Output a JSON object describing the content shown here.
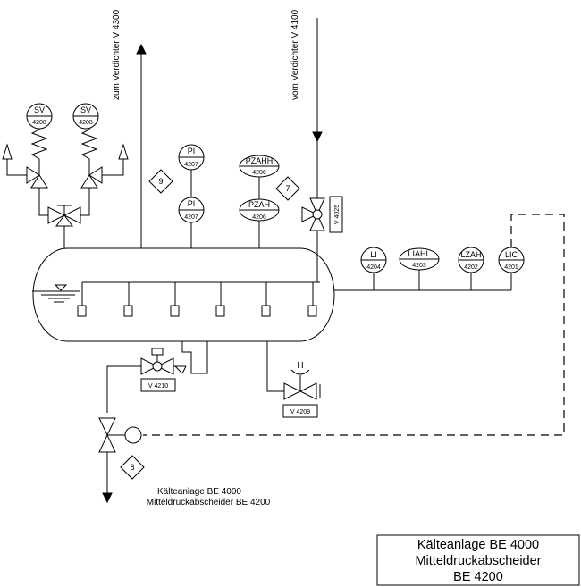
{
  "lines": {
    "to_compressor": "zum Verdichter V 4300",
    "from_compressor": "vom Verdichter V 4100"
  },
  "instruments": {
    "sv_left": {
      "tag": "SV",
      "num": "4208"
    },
    "sv_right": {
      "tag": "SV",
      "num": "4208"
    },
    "pi_upper": {
      "tag": "PI",
      "num": "4207"
    },
    "pi_lower": {
      "tag": "PI",
      "num": "4207"
    },
    "pzahh": {
      "tag": "PZAHH",
      "num": "4206"
    },
    "pzah": {
      "tag": "PZAH",
      "num": "4206"
    },
    "li": {
      "tag": "LI",
      "num": "4204"
    },
    "liahl": {
      "tag": "LIAHL",
      "num": "4203"
    },
    "lzah": {
      "tag": "LZAH",
      "num": "4202"
    },
    "lic": {
      "tag": "LIC",
      "num": "4201"
    }
  },
  "diamonds": {
    "d9": "9",
    "d7": "7",
    "d8": "8"
  },
  "valves": {
    "v4025": "V 4025",
    "v4210": "V 4210",
    "v4209": "V 4209",
    "hand_symbol": "H"
  },
  "caption": {
    "line1": "Kälteanlage BE 4000",
    "line2": "Mitteldruckabscheider BE 4200"
  },
  "title_box": {
    "line1": "Kälteanlage BE 4000",
    "line2": "Mitteldruckabscheider",
    "line3": "BE 4200"
  }
}
